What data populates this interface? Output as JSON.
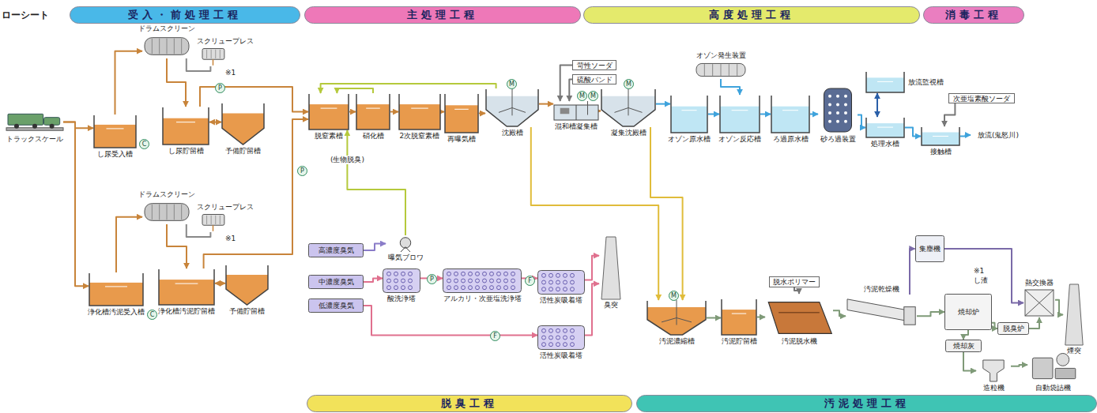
{
  "diagram": {
    "nodes": [
      {
        "text": [
          "受入・前処理工程"
        ]
      },
      {
        "text": [
          "主処理工程"
        ]
      },
      {
        "text": [
          "高度処理工程"
        ]
      },
      {
        "text": [
          "消毒工程"
        ]
      },
      {
        "text": [
          "脱臭工程"
        ]
      },
      {
        "text": [
          "汚泥処理工程"
        ]
      },
      {
        "text": [
          "トラックスケール"
        ]
      },
      {
        "text": [
          "し尿受入槽"
        ]
      },
      {
        "text": [
          "ドラムスクリーン"
        ]
      },
      {
        "text": [
          "スクリュープレス"
        ]
      },
      {
        "text": [
          "し尿貯留槽"
        ]
      },
      {
        "text": [
          "予備貯留槽"
        ]
      },
      {
        "text": [
          "浄化槽汚泥受入槽"
        ]
      },
      {
        "text": [
          "ドラムスクリーン"
        ]
      },
      {
        "text": [
          "スクリュープレス"
        ]
      },
      {
        "text": [
          "浄化槽汚泥貯留槽"
        ]
      },
      {
        "text": [
          "予備貯留槽"
        ]
      },
      {
        "text": [
          "脱窒素槽"
        ]
      },
      {
        "text": [
          "硝化槽"
        ]
      },
      {
        "text": [
          "2次脱窒素槽"
        ]
      },
      {
        "text": [
          "再曝気槽"
        ]
      },
      {
        "text": [
          "沈殿槽"
        ]
      },
      {
        "text": [
          "混和槽凝集槽"
        ]
      },
      {
        "text": [
          "凝集沈殿槽"
        ]
      },
      {
        "text": [
          "苛性ソーダ"
        ]
      },
      {
        "text": [
          "硫酸バンド"
        ]
      },
      {
        "text": [
          "オゾン原水槽"
        ]
      },
      {
        "text": [
          "オゾン発生装置"
        ]
      },
      {
        "text": [
          "オゾン反応槽"
        ]
      },
      {
        "text": [
          "ろ過原水槽"
        ]
      },
      {
        "text": [
          "砂ろ過装置"
        ]
      },
      {
        "text": [
          "処理水槽"
        ]
      },
      {
        "text": [
          "放流監視槽"
        ]
      },
      {
        "text": [
          "次亜塩素酸ソーダ"
        ]
      },
      {
        "text": [
          "接触槽"
        ]
      },
      {
        "text": [
          "放流(鬼怒川)"
        ]
      },
      {
        "text": [
          "高濃度臭気"
        ]
      },
      {
        "text": [
          "中濃度臭気"
        ]
      },
      {
        "text": [
          "低濃度臭気"
        ]
      },
      {
        "text": [
          "曝気ブロワ"
        ]
      },
      {
        "text": [
          "酸洗浄塔"
        ]
      },
      {
        "text": [
          "アルカリ・次亜塩洗浄塔"
        ]
      },
      {
        "text": [
          "活性炭吸着塔"
        ]
      },
      {
        "text": [
          "活性炭吸着塔"
        ]
      },
      {
        "text": [
          "臭突"
        ]
      },
      {
        "text": [
          "汚泥濃縮槽"
        ]
      },
      {
        "text": [
          "汚泥貯留槽"
        ]
      },
      {
        "text": [
          "脱水ポリマー"
        ]
      },
      {
        "text": [
          "汚泥脱水機"
        ]
      },
      {
        "text": [
          "汚泥乾燥機"
        ]
      },
      {
        "text": [
          "集塵機"
        ]
      },
      {
        "text": [
          "焼却炉"
        ]
      },
      {
        "text": [
          "熱交換器"
        ]
      },
      {
        "text": [
          "脱臭炉"
        ]
      },
      {
        "text": [
          "煙突"
        ]
      },
      {
        "text": [
          "焼却灰"
        ]
      },
      {
        "text": [
          "造粒機"
        ]
      },
      {
        "text": [
          "自動袋詰機"
        ]
      }
    ],
    "edges": [
      {
        "from": 6,
        "to": 7,
        "arrow": "to"
      },
      {
        "from": 6,
        "to": 12,
        "arrow": "to"
      },
      {
        "from": 7,
        "to": 8,
        "arrow": "to"
      },
      {
        "from": 8,
        "to": 10,
        "arrow": "to"
      },
      {
        "from": 8,
        "to": 9,
        "arrow": "none"
      },
      {
        "from": 10,
        "to": 11,
        "arrow": "both"
      },
      {
        "from": 10,
        "to": 17,
        "arrow": "to"
      },
      {
        "from": 12,
        "to": 13,
        "arrow": "to"
      },
      {
        "from": 13,
        "to": 15,
        "arrow": "to"
      },
      {
        "from": 13,
        "to": 14,
        "arrow": "none"
      },
      {
        "from": 15,
        "to": 16,
        "arrow": "both"
      },
      {
        "from": 15,
        "to": 17,
        "arrow": "to"
      },
      {
        "from": 17,
        "to": 18,
        "arrow": "to"
      },
      {
        "from": 18,
        "to": 19,
        "arrow": "to"
      },
      {
        "from": 19,
        "to": 20,
        "arrow": "to"
      },
      {
        "from": 20,
        "to": 21,
        "arrow": "to"
      },
      {
        "from": 21,
        "to": 17,
        "arrow": "to"
      },
      {
        "from": 21,
        "to": 22,
        "arrow": "to"
      },
      {
        "from": 24,
        "to": 22,
        "arrow": "to"
      },
      {
        "from": 25,
        "to": 22,
        "arrow": "to"
      },
      {
        "from": 22,
        "to": 23,
        "arrow": "to"
      },
      {
        "from": 23,
        "to": 26,
        "arrow": "to"
      },
      {
        "from": 26,
        "to": 28,
        "arrow": "to"
      },
      {
        "from": 27,
        "to": 28,
        "arrow": "to"
      },
      {
        "from": 28,
        "to": 29,
        "arrow": "to"
      },
      {
        "from": 29,
        "to": 30,
        "arrow": "to"
      },
      {
        "from": 30,
        "to": 31,
        "arrow": "to"
      },
      {
        "from": 31,
        "to": 32,
        "arrow": "both"
      },
      {
        "from": 31,
        "to": 34,
        "arrow": "to"
      },
      {
        "from": 33,
        "to": 34,
        "arrow": "to"
      },
      {
        "from": 34,
        "to": 35,
        "arrow": "to"
      },
      {
        "from": 21,
        "to": 45,
        "arrow": "to"
      },
      {
        "from": 23,
        "to": 45,
        "arrow": "to"
      },
      {
        "from": 36,
        "to": 39,
        "arrow": "to"
      },
      {
        "from": 39,
        "to": 17,
        "arrow": "to",
        "label": "(生物脱臭)"
      },
      {
        "from": 37,
        "to": 40,
        "arrow": "to"
      },
      {
        "from": 40,
        "to": 41,
        "arrow": "to"
      },
      {
        "from": 41,
        "to": 42,
        "arrow": "to"
      },
      {
        "from": 42,
        "to": 44,
        "arrow": "to"
      },
      {
        "from": 38,
        "to": 43,
        "arrow": "to"
      },
      {
        "from": 43,
        "to": 44,
        "arrow": "to"
      },
      {
        "from": 45,
        "to": 46,
        "arrow": "to"
      },
      {
        "from": 46,
        "to": 48,
        "arrow": "to"
      },
      {
        "from": 47,
        "to": 48,
        "arrow": "to"
      },
      {
        "from": 48,
        "to": 49,
        "arrow": "to"
      },
      {
        "from": 49,
        "to": 51,
        "arrow": "to"
      },
      {
        "from": 49,
        "to": 50,
        "arrow": "to"
      },
      {
        "from": 50,
        "to": 52,
        "arrow": "to"
      },
      {
        "from": 51,
        "to": 53,
        "arrow": "to"
      },
      {
        "from": 53,
        "to": 52,
        "arrow": "to"
      },
      {
        "from": 52,
        "to": 54,
        "arrow": "to"
      },
      {
        "from": 51,
        "to": 55,
        "arrow": "to"
      },
      {
        "from": 55,
        "to": 56,
        "arrow": "to"
      },
      {
        "from": 56,
        "to": 57,
        "arrow": "to"
      },
      {
        "from": 18,
        "to": 17,
        "arrow": "to"
      }
    ],
    "labels": [
      "ローシート",
      "※1",
      "※1",
      "※1",
      "し渣",
      "C",
      "C",
      "P",
      "P",
      "P",
      "F",
      "F",
      "M",
      "M",
      "M",
      "M",
      "M"
    ]
  }
}
